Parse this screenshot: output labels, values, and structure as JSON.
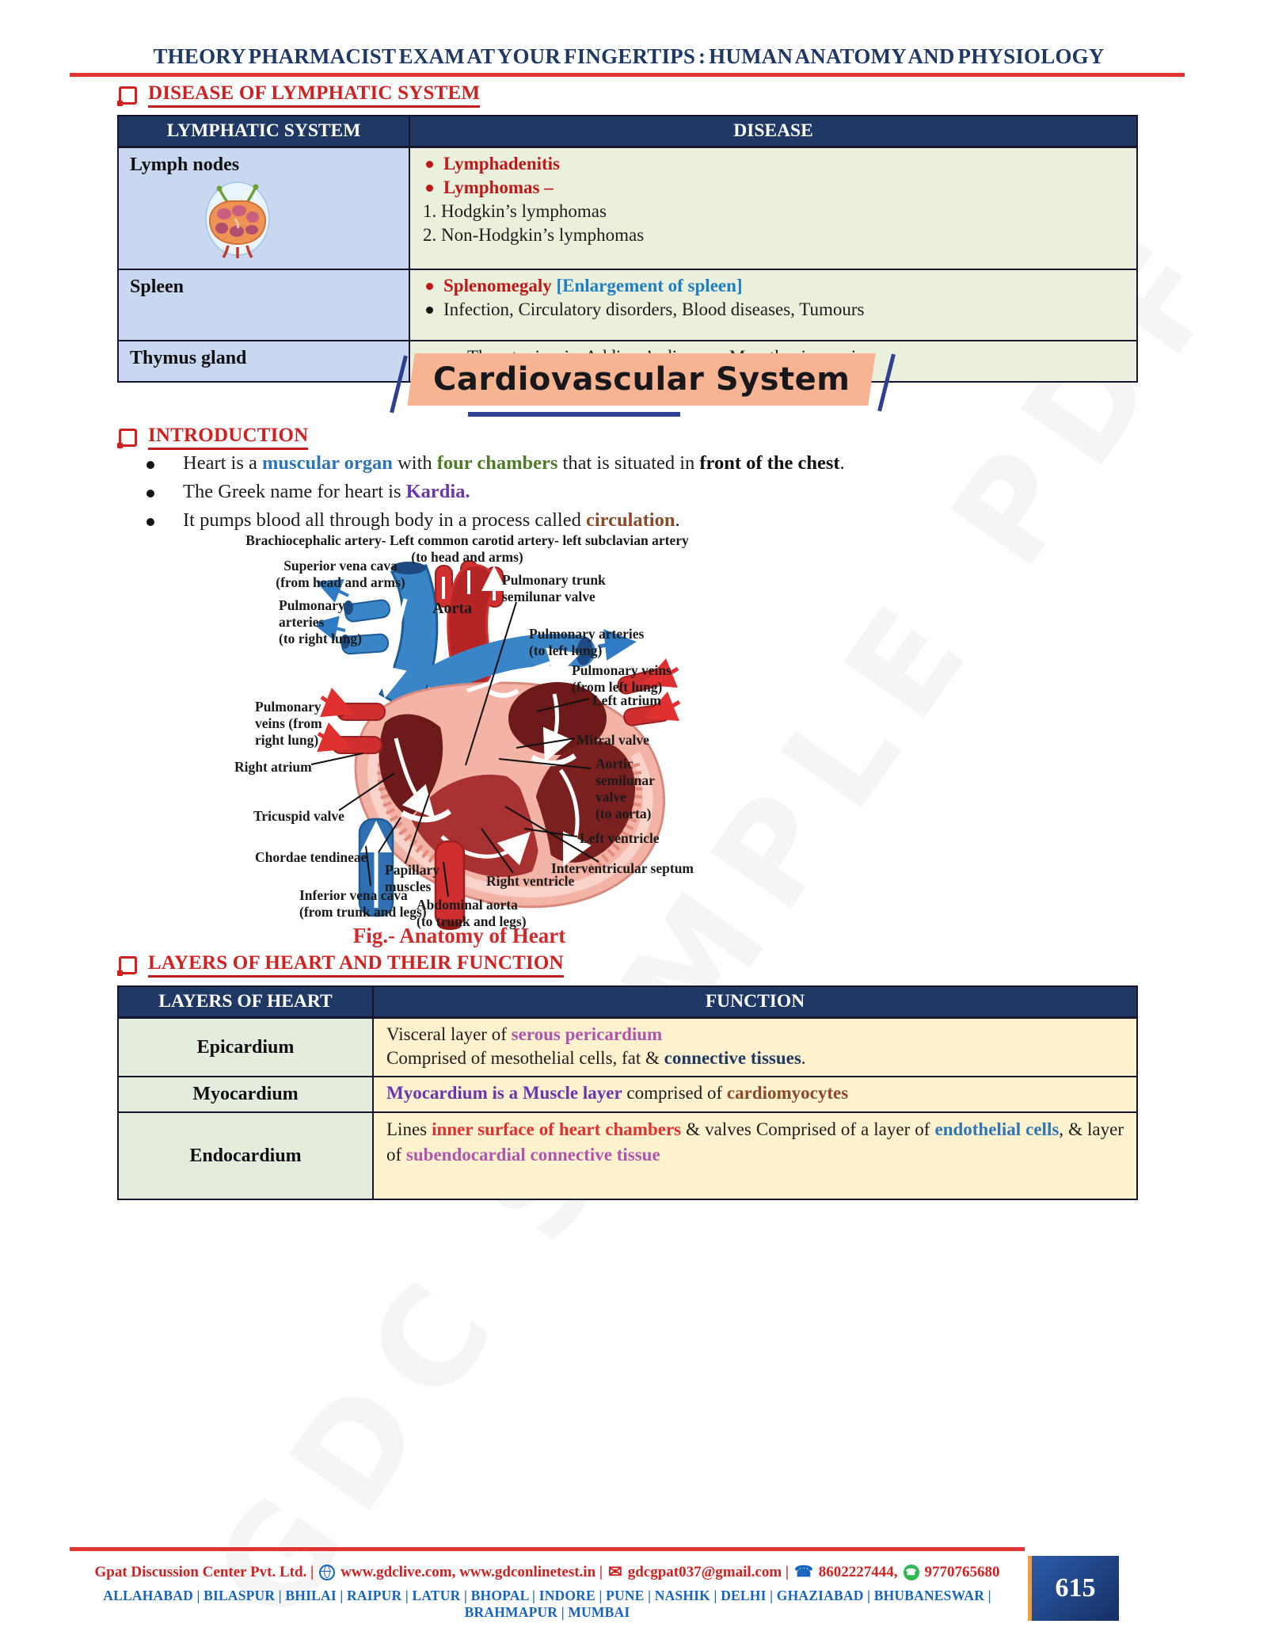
{
  "page": {
    "watermark": "GDC SAMPLE PDF"
  },
  "header": {
    "title": "THEORY PHARMACIST EXAM AT YOUR FINGERTIPS : HUMAN ANATOMY AND PHYSIOLOGY"
  },
  "lymph": {
    "heading": "DISEASE OF LYMPHATIC SYSTEM",
    "table": {
      "col1": "LYMPHATIC SYSTEM",
      "col2": "DISEASE",
      "rows": [
        {
          "organ": "Lymph nodes",
          "lines": [
            [
              {
                "t": "Lymphadenitis",
                "c": "red"
              }
            ],
            [
              {
                "t": "Lymphomas –",
                "c": "red"
              }
            ],
            [
              {
                "t": "1. Hodgkin’s lymphomas",
                "c": "k"
              }
            ],
            [
              {
                "t": "2. Non-Hodgkin’s lymphomas",
                "c": "k"
              }
            ]
          ]
        },
        {
          "organ": "Spleen",
          "lines": [
            [
              {
                "t": "Splenomegaly  ",
                "c": "red"
              },
              {
                "t": "[Enlargement of spleen]",
                "c": "blue2"
              }
            ],
            [
              {
                "t": "Infection, Circulatory disorders, Blood diseases, Tumours",
                "c": "k"
              }
            ]
          ]
        },
        {
          "organ": "Thymus gland",
          "lines": [
            [
              {
                "t": "Thyrotoxicosis, Addison’s disease , Myasthenia gravis",
                "c": "k"
              }
            ]
          ]
        }
      ]
    }
  },
  "cardio": {
    "banner": "Cardiovascular System",
    "intro": {
      "heading": "INTRODUCTION",
      "bullets": [
        [
          {
            "t": "Heart is a ",
            "c": "k"
          },
          {
            "t": "muscular organ",
            "c": "blue"
          },
          {
            "t": " with ",
            "c": "k"
          },
          {
            "t": "four chambers",
            "c": "green"
          },
          {
            "t": " that is situated in ",
            "c": "k"
          },
          {
            "t": "front of the chest",
            "c": "kb"
          },
          {
            "t": ".",
            "c": "k"
          }
        ],
        [
          {
            "t": "The Greek name for heart is ",
            "c": "k"
          },
          {
            "t": "Kardia.",
            "c": "purple"
          }
        ],
        [
          {
            "t": "It pumps blood all through body in a process called ",
            "c": "k"
          },
          {
            "t": "circulation",
            "c": "brown"
          },
          {
            "t": ".",
            "c": "k"
          }
        ]
      ]
    },
    "figure": {
      "caption": "Fig.- Anatomy of Heart",
      "labels": {
        "brachiocephalic": "Brachiocephalic artery- Left common carotid artery- left subclavian artery\n(to head and arms)",
        "svc": "Superior vena cava\n(from head and arms)",
        "pulm_trunk": "Pulmonary trunk\nsemilunar valve",
        "pa_right": "Pulmonary\narteries\n(to right lung)",
        "aorta": "Aorta",
        "pa_left": "Pulmonary arteries\n(to left lung)",
        "pv_left": "Pulmonary veins\n(from left lung)",
        "left_atrium": "Left atrium",
        "pv_right": "Pulmonary\nveins (from\nright lung)",
        "mitral": "Mitral valve",
        "right_atrium": "Right atrium",
        "aortic_valve": "Aortic\nsemilunar\nvalve\n(to aorta)",
        "tricuspid": "Tricuspid valve",
        "left_ventricle": "Left ventricle",
        "chordae": "Chordae tendineae",
        "papillary": "Papillary\nmuscles",
        "right_ventricle": "Right ventricle",
        "interventricular": "Interventricular septum",
        "ivc": "Inferior vena cava\n(from trunk and legs)",
        "abd_aorta": "Abdominal aorta\n(to trunk and legs)"
      }
    }
  },
  "layers": {
    "heading": "LAYERS OF HEART AND THEIR FUNCTION",
    "table": {
      "col1": "LAYERS OF  HEART",
      "col2": "FUNCTION",
      "rows": [
        {
          "organ": "Epicardium",
          "lines": [
            [
              {
                "t": "Visceral layer of ",
                "c": "k"
              },
              {
                "t": "serous pericardium",
                "c": "orchid"
              }
            ],
            [
              {
                "t": "Comprised of mesothelial cells, fat  & ",
                "c": "k"
              },
              {
                "t": "connective tissues",
                "c": "navy"
              },
              {
                "t": ".",
                "c": "k"
              }
            ]
          ]
        },
        {
          "organ": "Myocardium",
          "lines": [
            [
              {
                "t": "Myocardium is a Muscle layer",
                "c": "purple"
              },
              {
                "t": " comprised of ",
                "c": "k"
              },
              {
                "t": "cardiomyocytes",
                "c": "brown"
              }
            ]
          ]
        },
        {
          "organ": "Endocardium",
          "lines": [
            [
              {
                "t": "Lines ",
                "c": "k"
              },
              {
                "t": "inner surface of heart chambers",
                "c": "redbr"
              },
              {
                "t": " & valves Comprised of a layer of ",
                "c": "k"
              },
              {
                "t": "endothelial cells",
                "c": "blue"
              },
              {
                "t": ", & layer of ",
                "c": "k"
              },
              {
                "t": "subendocardial connective tissue",
                "c": "orchid"
              }
            ]
          ]
        }
      ]
    }
  },
  "footer": {
    "company": "Gpat Discussion Center Pvt. Ltd.  |",
    "websites": "www.gdclive.com, www.gdconlinetest.in  |",
    "email": "gdcgpat037@gmail.com  |",
    "phone": "8602227444,",
    "whatsapp": "9770765680",
    "cities": "ALLAHABAD | BILASPUR | BHILAI | RAIPUR | LATUR | BHOPAL | INDORE | PUNE | NASHIK | DELHI | GHAZIABAD | BHUBANESWAR | BRAHMAPUR | MUMBAI",
    "page_number": "615",
    "icons": [
      "globe-icon",
      "mail-icon",
      "phone-icon",
      "whatsapp-icon"
    ]
  },
  "colors": {
    "navy_header": "#1f3864",
    "accent_red": "#d02020",
    "rule_red": "#e23333",
    "banner_peach": "#f7b493",
    "banner_outline": "#2f3f92",
    "col_blue_bg": "#c9d8f0",
    "col_green_bg": "#eaf0dc",
    "col_lightgreen_bg": "#e3ecdd",
    "col_yellow_bg": "#fdf2cd",
    "footer_blue": "#1565c0",
    "badge_blue": "#1f4388",
    "badge_orange": "#ef9f3e"
  }
}
